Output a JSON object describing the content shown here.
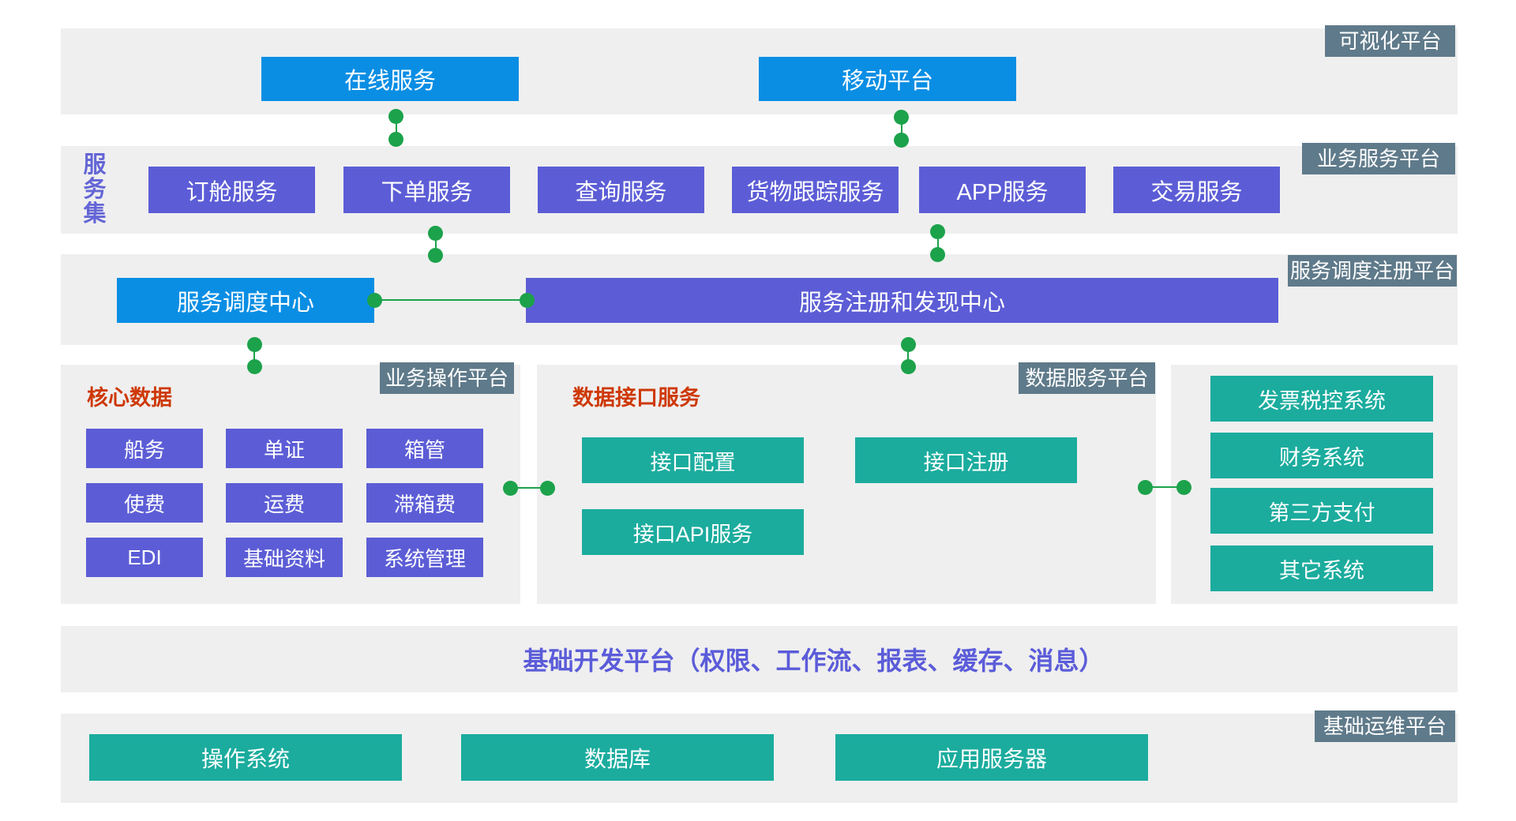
{
  "colors": {
    "band_gray": "#efefef",
    "blue": "#0a8ee4",
    "purple": "#5c5dd6",
    "teal": "#1bac9e",
    "slate_tag": "#5f7a8a",
    "green_connector": "#1ca24b",
    "red_heading": "#ce3806",
    "purple_text": "#5b5cd9"
  },
  "platform_tags": {
    "visualization": "可视化平台",
    "business_service": "业务服务平台",
    "dispatch_registry": "服务调度注册平台",
    "business_operation": "业务操作平台",
    "data_service": "数据服务平台",
    "infra_ops": "基础运维平台"
  },
  "visualization": {
    "boxes": [
      "在线服务",
      "移动平台"
    ]
  },
  "service_set": {
    "side_label": "服务集",
    "boxes": [
      "订舱服务",
      "下单服务",
      "查询服务",
      "货物跟踪服务",
      "APP服务",
      "交易服务"
    ]
  },
  "dispatch": {
    "dispatch_center": "服务调度中心",
    "registry_center": "服务注册和发现中心"
  },
  "core_data": {
    "heading": "核心数据",
    "boxes": [
      "船务",
      "单证",
      "箱管",
      "使费",
      "运费",
      "滞箱费",
      "EDI",
      "基础资料",
      "系统管理"
    ]
  },
  "data_interface": {
    "heading": "数据接口服务",
    "boxes": [
      "接口配置",
      "接口注册",
      "接口API服务"
    ]
  },
  "external_systems": {
    "boxes": [
      "发票税控系统",
      "财务系统",
      "第三方支付",
      "其它系统"
    ]
  },
  "dev_platform": {
    "text": "基础开发平台（权限、工作流、报表、缓存、消息）"
  },
  "infra": {
    "boxes": [
      "操作系统",
      "数据库",
      "应用服务器"
    ]
  }
}
